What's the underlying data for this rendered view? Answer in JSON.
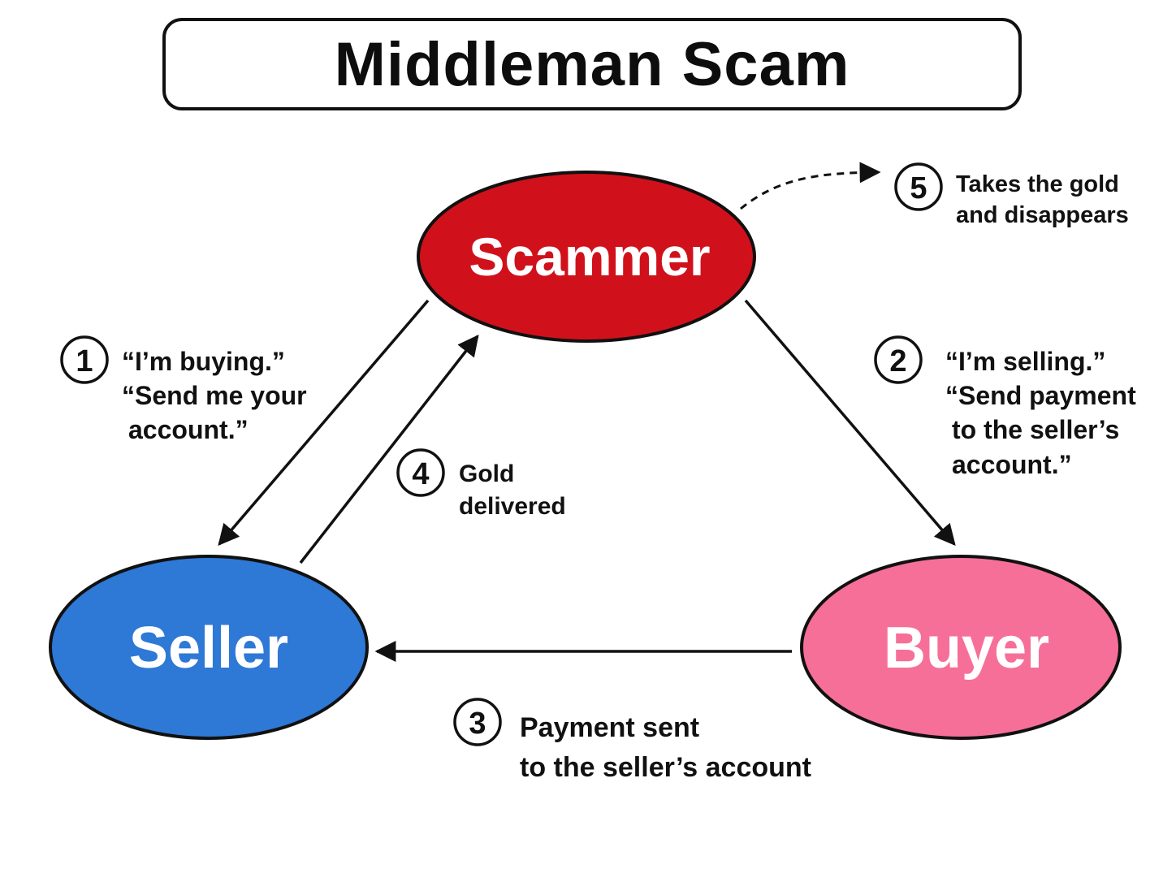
{
  "title": "Middleman Scam",
  "nodes": {
    "scammer": {
      "label": "Scammer",
      "color": "#d0111b"
    },
    "seller": {
      "label": "Seller",
      "color": "#2e78d6"
    },
    "buyer": {
      "label": "Buyer",
      "color": "#f66f98"
    }
  },
  "steps": [
    {
      "number": "1",
      "lines": [
        "“I’m buying.”",
        "“Send me your",
        "account.”"
      ]
    },
    {
      "number": "2",
      "lines": [
        "“I’m selling.”",
        "“Send payment",
        "to the seller’s",
        "account.”"
      ]
    },
    {
      "number": "3",
      "lines": [
        "Payment sent",
        "to the seller’s account"
      ]
    },
    {
      "number": "4",
      "lines": [
        "Gold",
        "delivered"
      ]
    },
    {
      "number": "5",
      "lines": [
        "Takes the gold",
        "and disappears"
      ]
    }
  ]
}
